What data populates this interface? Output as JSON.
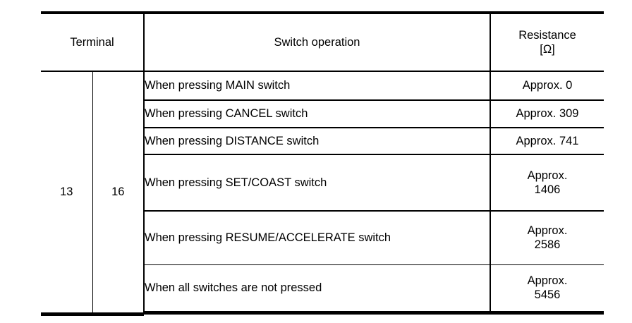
{
  "table": {
    "headers": {
      "terminal": "Terminal",
      "switch_operation": "Switch operation",
      "resistance_line1": "Resistance",
      "resistance_line2": "[Ω]"
    },
    "terminals": {
      "a": "13",
      "b": "16"
    },
    "rows": [
      {
        "operation": "When pressing MAIN switch",
        "resistance": "Approx. 0",
        "resistance_line1": "Approx.",
        "resistance_line2": "0",
        "resistance_value": 0,
        "two_line_resistance": false,
        "two_line_operation": false
      },
      {
        "operation": "When pressing CANCEL switch",
        "resistance": "Approx. 309",
        "resistance_line1": "Approx.",
        "resistance_line2": "309",
        "resistance_value": 309,
        "two_line_resistance": false,
        "two_line_operation": false
      },
      {
        "operation": "When pressing DISTANCE switch",
        "resistance": "Approx. 741",
        "resistance_line1": "Approx.",
        "resistance_line2": "741",
        "resistance_value": 741,
        "two_line_resistance": false,
        "two_line_operation": false
      },
      {
        "operation": "When pressing SET/COAST switch",
        "resistance": "Approx.\n1406",
        "resistance_line1": "Approx.",
        "resistance_line2": "1406",
        "resistance_value": 1406,
        "two_line_resistance": true,
        "two_line_operation": false
      },
      {
        "operation": "When pressing RESUME/ACCELERATE switch",
        "resistance": "Approx.\n2586",
        "resistance_line1": "Approx.",
        "resistance_line2": "2586",
        "resistance_value": 2586,
        "two_line_resistance": true,
        "two_line_operation": true
      },
      {
        "operation": "When all switches are not pressed",
        "resistance": "Approx.\n5456",
        "resistance_line1": "Approx.",
        "resistance_line2": "5456",
        "resistance_value": 5456,
        "two_line_resistance": true,
        "two_line_operation": false
      }
    ]
  },
  "colors": {
    "ink": "#000000",
    "paper": "#ffffff"
  }
}
